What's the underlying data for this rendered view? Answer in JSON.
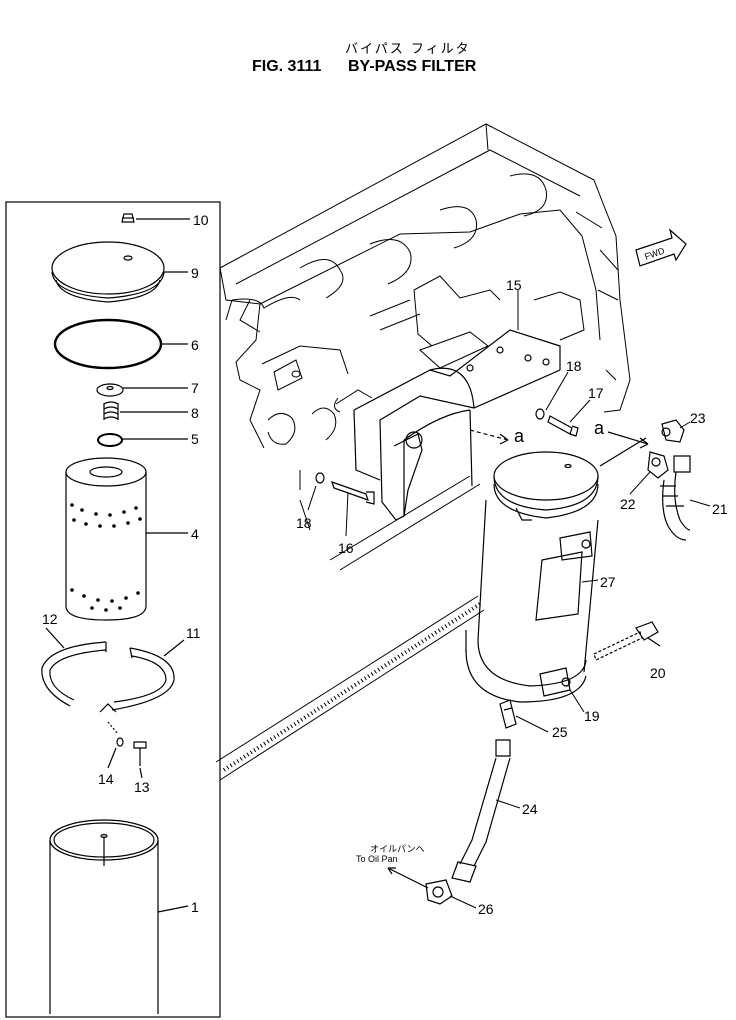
{
  "title": {
    "japanese": "バイパス フィルタ",
    "figure": "FIG. 3111",
    "name": "BY-PASS FILTER"
  },
  "fwd_label": "FWD",
  "section_marker": "a",
  "destination": {
    "japanese": "オイルパンヘ",
    "english": "To Oil Pan"
  },
  "parts": {
    "p1": "1",
    "p4": "4",
    "p5": "5",
    "p6": "6",
    "p7": "7",
    "p8": "8",
    "p9": "9",
    "p10": "10",
    "p11": "11",
    "p12": "12",
    "p13": "13",
    "p14": "14",
    "p15": "15",
    "p16": "16",
    "p17": "17",
    "p18a": "18",
    "p18b": "18",
    "p19": "19",
    "p20": "20",
    "p21": "21",
    "p22": "22",
    "p23": "23",
    "p24": "24",
    "p25": "25",
    "p26": "26",
    "p27": "27"
  }
}
